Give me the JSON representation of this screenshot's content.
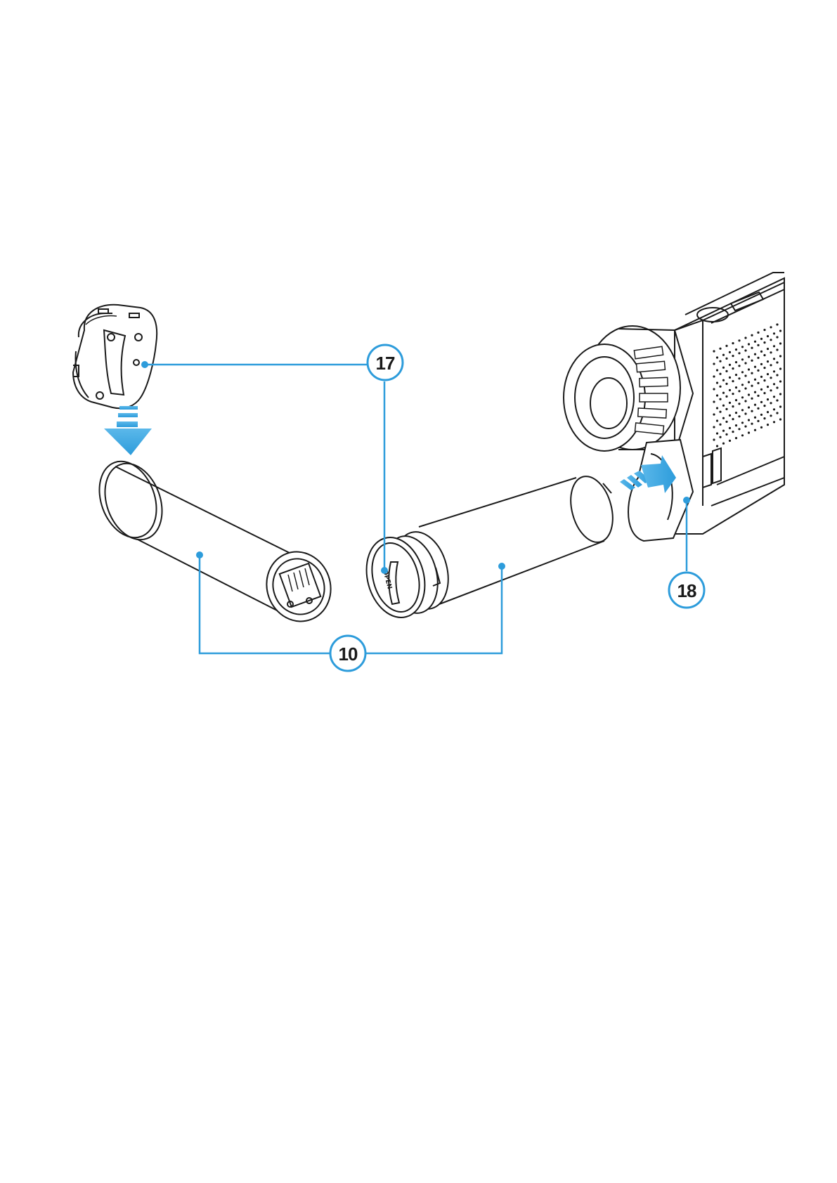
{
  "callouts": [
    {
      "id": "callout-17",
      "label": "17"
    },
    {
      "id": "callout-18",
      "label": "18"
    },
    {
      "id": "callout-10",
      "label": "10"
    }
  ],
  "cap_marking": "OPEN",
  "colors": {
    "accent": "#2d9cdb",
    "line": "#1a1a1a",
    "background": "#ffffff"
  }
}
